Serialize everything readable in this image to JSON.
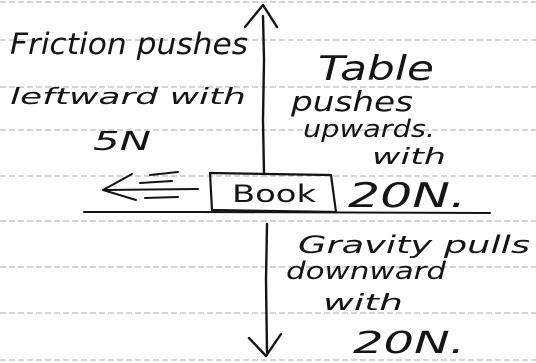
{
  "friction_label": {
    "line1": "Friction pushes",
    "line2": "leftward with",
    "line3": "5N"
  },
  "table_label": {
    "line1": "Table",
    "line2": "pushes",
    "line3": "upwards.",
    "line4": "with",
    "line5": "20N."
  },
  "book_label": "Book",
  "gravity_label": {
    "line1": "Gravity pulls",
    "line2": "downward",
    "line3": "with",
    "line4": "20N."
  },
  "colors": {
    "ink": "#141414",
    "rule_lines": "#9a9a9a",
    "paper": "#ffffff"
  }
}
